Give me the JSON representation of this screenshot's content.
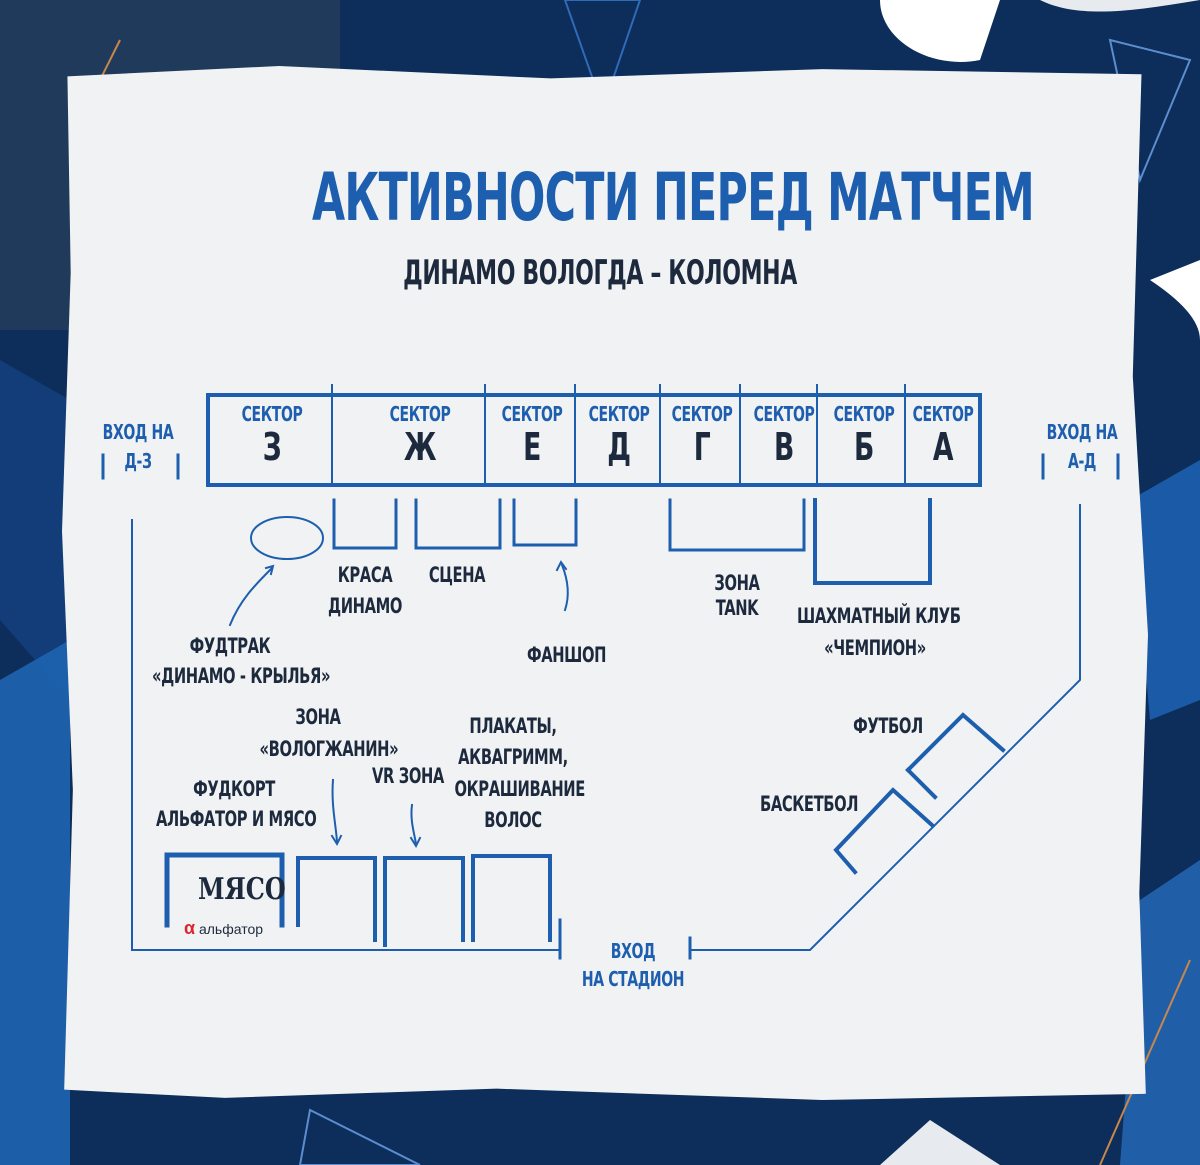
{
  "header": {
    "title": "АКТИВНОСТИ ПЕРЕД МАТЧЕМ",
    "subtitle": "ДИНАМО ВОЛОГДА – КОЛОМНА"
  },
  "sectors": [
    {
      "label": "СЕКТОР",
      "letter": "З"
    },
    {
      "label": "СЕКТОР",
      "letter": "Ж"
    },
    {
      "label": "СЕКТОР",
      "letter": "Е"
    },
    {
      "label": "СЕКТОР",
      "letter": "Д"
    },
    {
      "label": "СЕКТОР",
      "letter": "Г"
    },
    {
      "label": "СЕКТОР",
      "letter": "В"
    },
    {
      "label": "СЕКТОР",
      "letter": "Б"
    },
    {
      "label": "СЕКТОР",
      "letter": "А"
    }
  ],
  "entrances": {
    "left": {
      "line1": "ВХОД НА",
      "line2": "Д-З"
    },
    "right": {
      "line1": "ВХОД НА",
      "line2": "А-Д"
    },
    "stadium": {
      "line1": "ВХОД",
      "line2": "НА СТАДИОН"
    }
  },
  "zones": {
    "krasa": {
      "line1": "КРАСА",
      "line2": "ДИНАМО"
    },
    "scena": {
      "line1": "СЦЕНА"
    },
    "fanshop": {
      "line1": "ФАНШОП"
    },
    "tank": {
      "line1": "ЗОНА",
      "line2": "TANK"
    },
    "chess": {
      "line1": "ШАХМАТНЫЙ КЛУБ",
      "line2": "«ЧЕМПИОН»"
    },
    "foodtruck": {
      "line1": "ФУДТРАК",
      "line2": "«ДИНАМО - КРЫЛЬЯ»"
    },
    "vologzhanin": {
      "line1": "ЗОНА",
      "line2": "«ВОЛОГЖАНИН»"
    },
    "vr": {
      "line1": "VR ЗОНА"
    },
    "posters": {
      "line1": "ПЛАКАТЫ,",
      "line2": "АКВАГРИММ,",
      "line3": "ОКРАШИВАНИЕ",
      "line4": "ВОЛОС"
    },
    "foodcourt": {
      "line1": "ФУДКОРТ",
      "line2": "АЛЬФАТОР И МЯСО"
    },
    "football": {
      "line1": "ФУТБОЛ"
    },
    "basketball": {
      "line1": "БАСКЕТБОЛ"
    }
  },
  "logos": {
    "meso": "МЯСО",
    "alfator": "альфатор"
  }
}
